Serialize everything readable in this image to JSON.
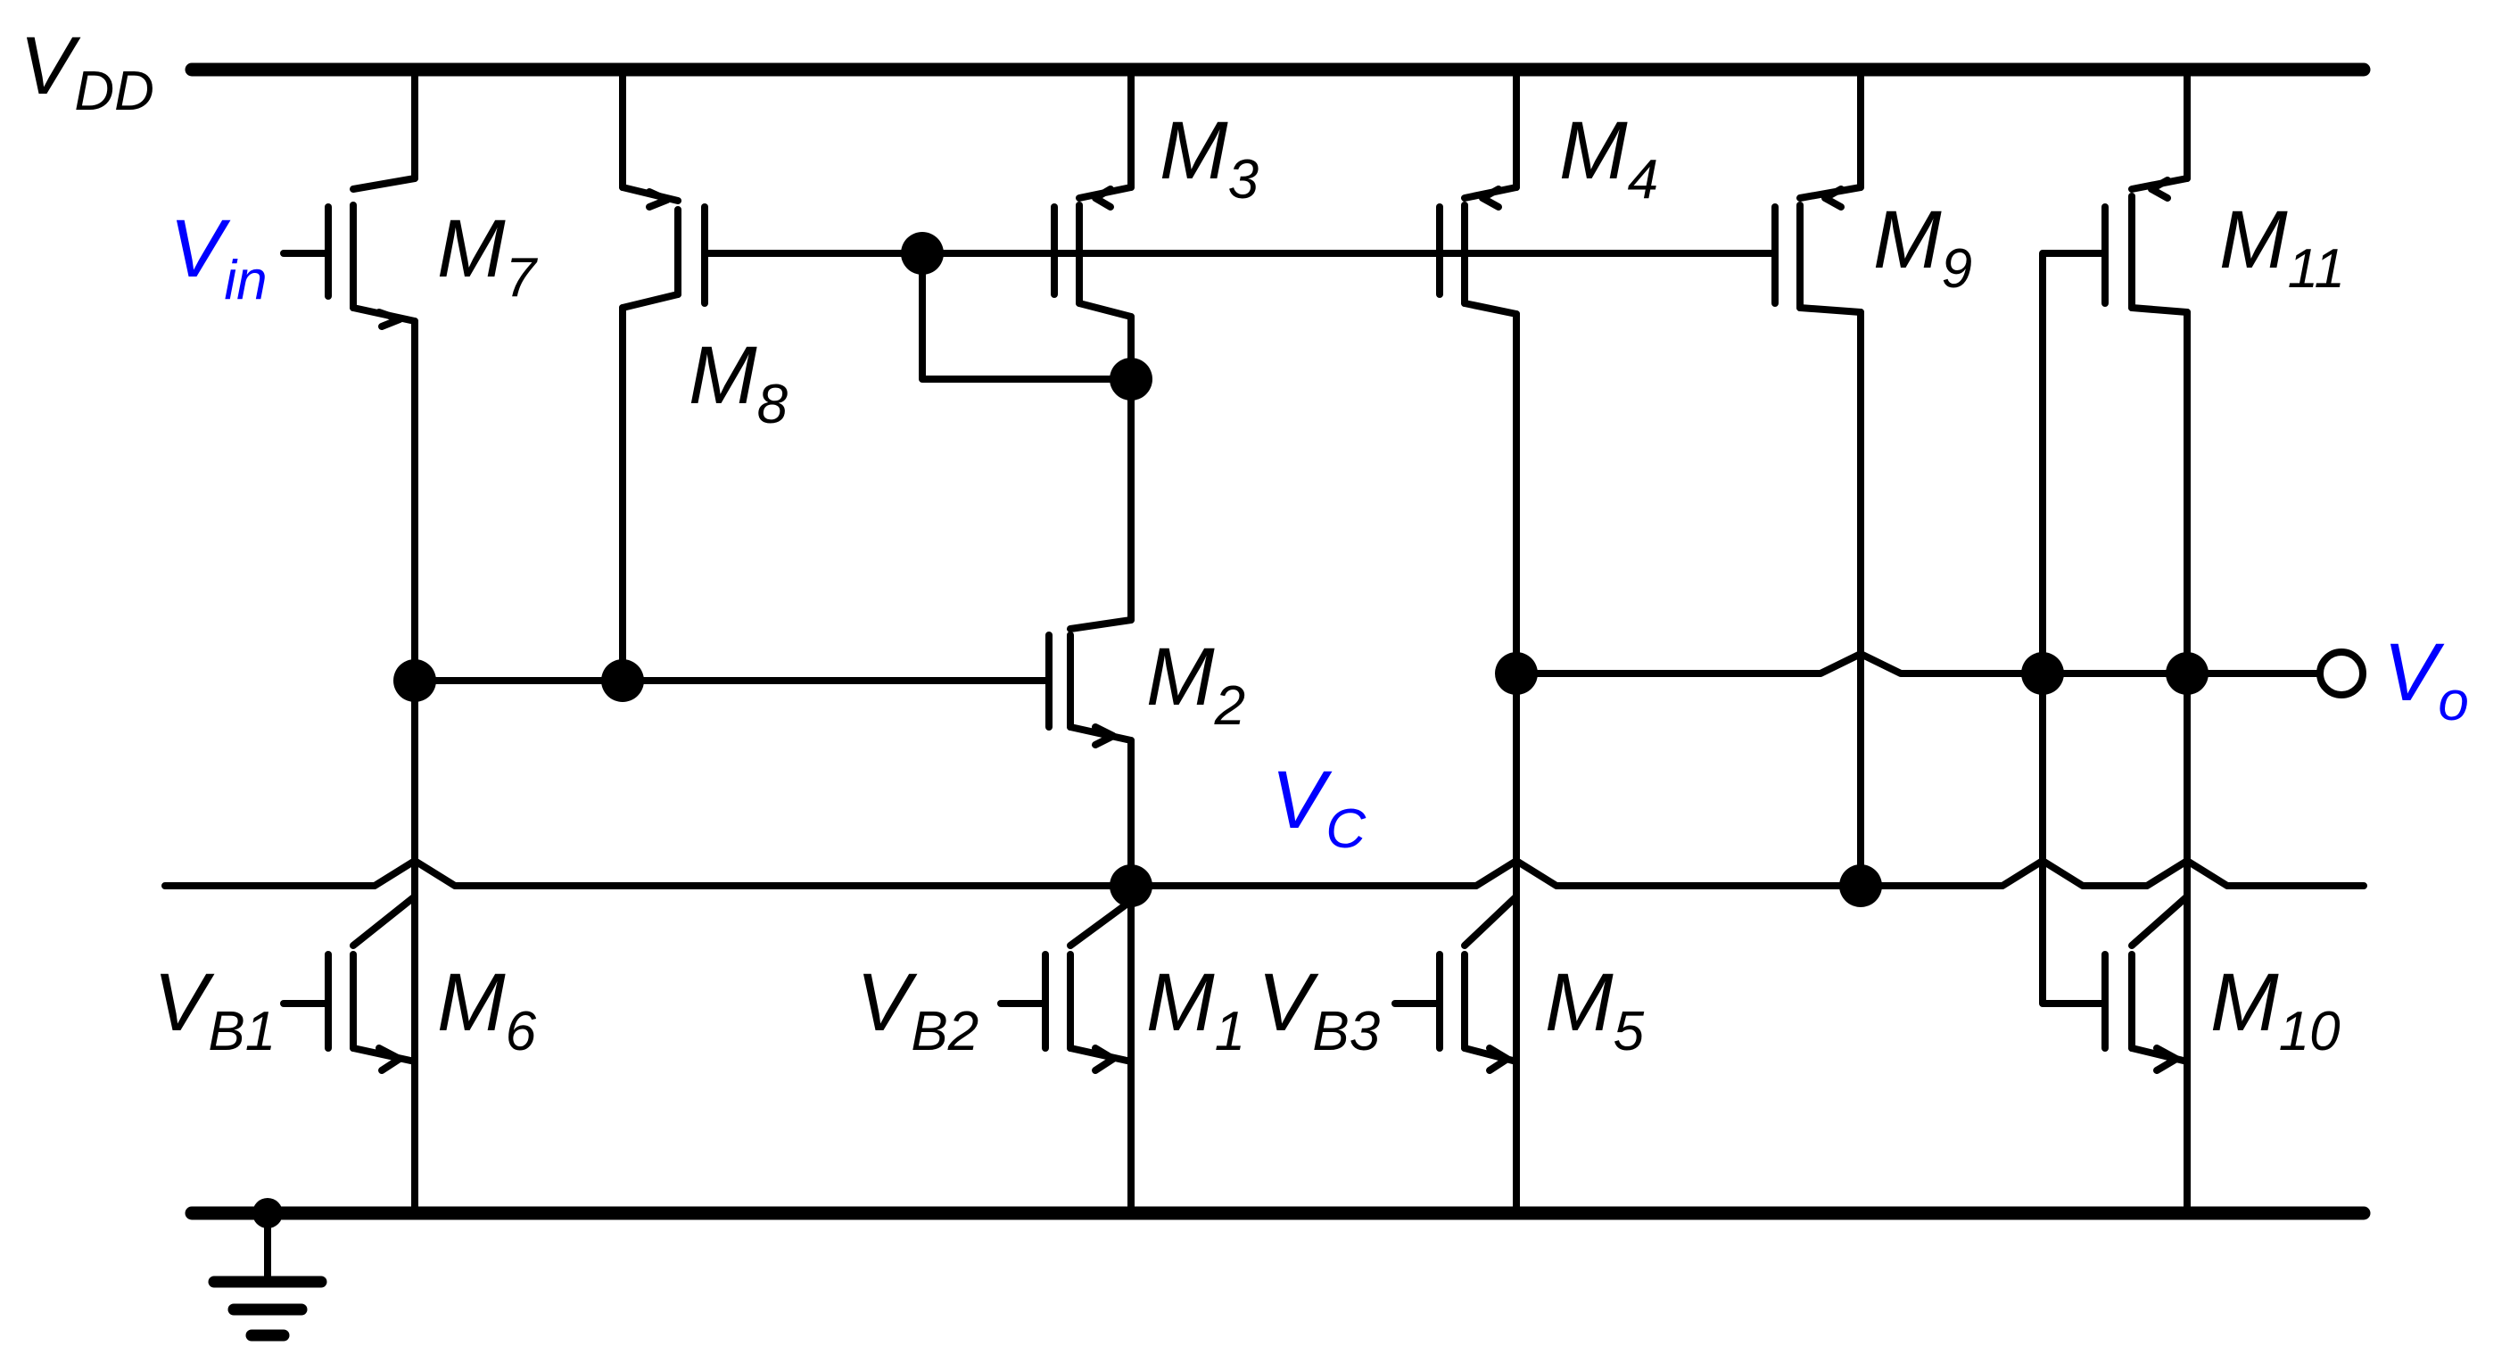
{
  "labels": {
    "vdd": {
      "main": "V",
      "sub": "DD"
    },
    "vin": {
      "main": "V",
      "sub": "in"
    },
    "vo": {
      "main": "V",
      "sub": "o"
    },
    "vc": {
      "main": "V",
      "sub": "C"
    },
    "vb1": {
      "main": "V",
      "sub": "B1"
    },
    "vb2": {
      "main": "V",
      "sub": "B2"
    },
    "vb3": {
      "main": "V",
      "sub": "B3"
    },
    "m1": {
      "main": "M",
      "sub": "1"
    },
    "m2": {
      "main": "M",
      "sub": "2"
    },
    "m3": {
      "main": "M",
      "sub": "3"
    },
    "m4": {
      "main": "M",
      "sub": "4"
    },
    "m5": {
      "main": "M",
      "sub": "5"
    },
    "m6": {
      "main": "M",
      "sub": "6"
    },
    "m7": {
      "main": "M",
      "sub": "7"
    },
    "m8": {
      "main": "M",
      "sub": "8"
    },
    "m9": {
      "main": "M",
      "sub": "9"
    },
    "m10": {
      "main": "M",
      "sub": "10"
    },
    "m11": {
      "main": "M",
      "sub": "11"
    }
  },
  "colors": {
    "wire": "#000000",
    "signal_label": "#0000ff",
    "label": "#000000",
    "background": "#ffffff"
  }
}
